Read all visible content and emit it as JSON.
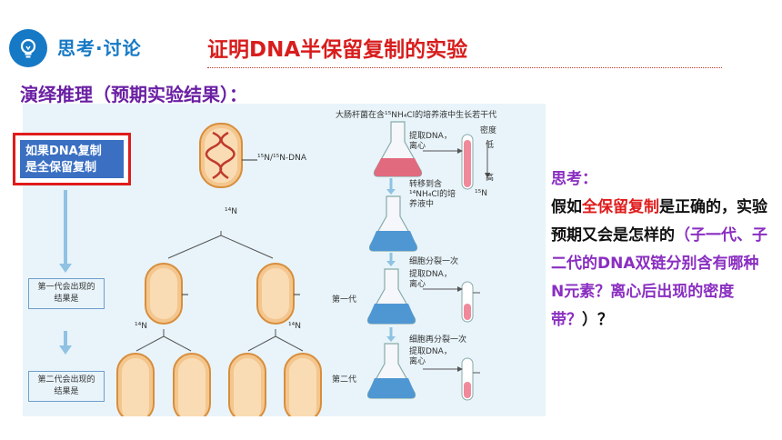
{
  "header": {
    "tag": "思考·讨论",
    "title": "证明DNA半保留复制的实验",
    "icon": "lightbulb-icon"
  },
  "subheading": "演绎推理（预期实验结果）：",
  "hypothesis": {
    "line1": "如果DNA复制",
    "line2_prefix": "是",
    "line2_highlight": "全保留复制"
  },
  "diagram": {
    "top_caption": "大肠杆菌在含¹⁵NH₄Cl的培养液中生长若干代",
    "dna_label": "¹⁵N/¹⁵N-DNA",
    "n14_label": "¹⁴N",
    "gen1_box": "第一代会出现的结果是",
    "gen2_box": "第二代会出现的结果是",
    "extract_label": "提取DNA，离心",
    "density_label": "密度",
    "low_label": "低",
    "high_label": "高",
    "n15_mark": "¹⁵N",
    "transfer_label": "转移到含¹⁴NH₄Cl的培养液中",
    "divide_once": "细胞分裂一次",
    "divide_twice": "细胞再分裂一次",
    "gen1_side": "第一代",
    "gen2_side": "第二代"
  },
  "think": {
    "heading": "思考：",
    "p1": "假如",
    "p1_red": "全保留复制",
    "p1_rest": "是正确的，实验预期又会是怎样的",
    "p2_purple": "（子一代、子二代的DNA双链分别含有哪种N元素？离心后出现的密度带？",
    "p2_end": "）？"
  },
  "colors": {
    "blue": "#1679c5",
    "red": "#e01b1b",
    "purple": "#8a2ec1",
    "panel": "#e8f4fa"
  }
}
